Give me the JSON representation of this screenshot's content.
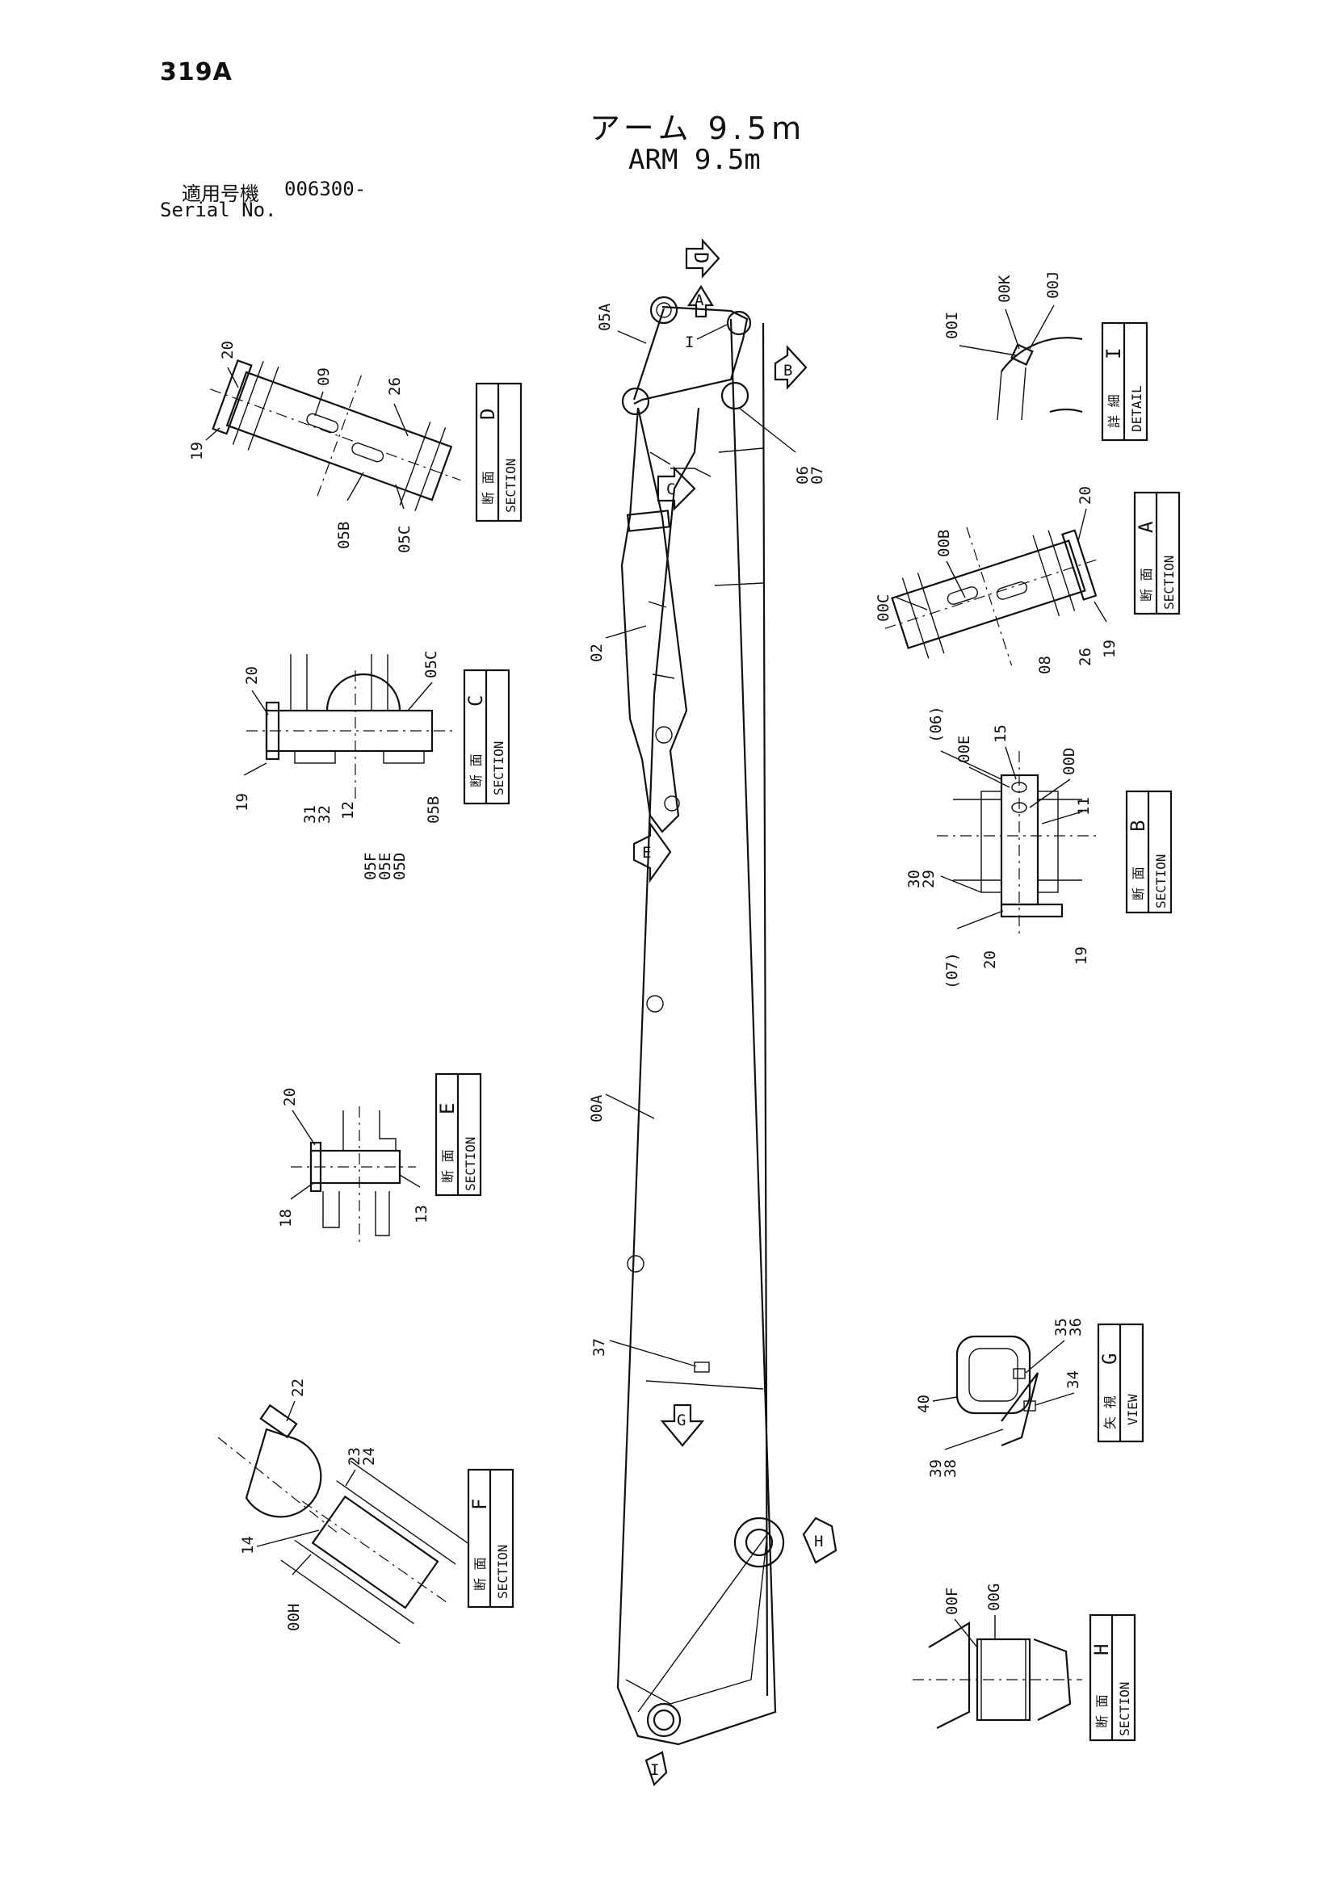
{
  "page_id": "319A",
  "title": {
    "ja": "アーム 9.5m",
    "en": "ARM 9.5m"
  },
  "serial": {
    "label_ja": "適用号機",
    "value": "006300-",
    "label_en": "Serial No."
  },
  "arrows": {
    "A": "A",
    "B": "B",
    "C": "C",
    "D": "D",
    "E": "E",
    "G": "G",
    "H": "H",
    "I": "I"
  },
  "main_labels": {
    "p05A": "05A",
    "p06": "06",
    "p07": "07",
    "p02": "02",
    "p00A": "00A",
    "p37": "37",
    "pI": "I"
  },
  "section_d": {
    "jp": "断 面",
    "en": "SECTION",
    "letter": "D",
    "labels": {
      "l20": "20",
      "l09": "09",
      "l26": "26",
      "l19": "19",
      "l05B": "05B",
      "l05C": "05C"
    }
  },
  "section_c": {
    "jp": "断 面",
    "en": "SECTION",
    "letter": "C",
    "labels": {
      "l20": "20",
      "l05C": "05C",
      "l19": "19",
      "l31": "31",
      "l32": "32",
      "l12": "12",
      "l05B": "05B",
      "l05F": "05F",
      "l05E": "05E",
      "l05D": "05D"
    }
  },
  "section_e": {
    "jp": "断 面",
    "en": "SECTION",
    "letter": "E",
    "labels": {
      "l20": "20",
      "l18": "18",
      "l13": "13"
    }
  },
  "section_f": {
    "jp": "断 面",
    "en": "SECTION",
    "letter": "F",
    "labels": {
      "l22": "22",
      "l23": "23",
      "l24": "24",
      "l14": "14",
      "l00H": "00H"
    }
  },
  "detail_i": {
    "jp": "詳 細",
    "en": "DETAIL",
    "letter": "I",
    "labels": {
      "l00I": "00I",
      "l00K": "00K",
      "l00J": "00J"
    }
  },
  "section_a": {
    "jp": "断 面",
    "en": "SECTION",
    "letter": "A",
    "labels": {
      "l00B": "00B",
      "l20": "20",
      "l00C": "00C",
      "l08": "08",
      "l26": "26",
      "l19": "19"
    }
  },
  "section_b": {
    "jp": "断 面",
    "en": "SECTION",
    "letter": "B",
    "labels": {
      "l06": "(06)",
      "l00E": "00E",
      "l15": "15",
      "l00D": "00D",
      "l11": "11",
      "l30": "30",
      "l29": "29",
      "l07": "(07)",
      "l20": "20",
      "l19": "19"
    }
  },
  "view_g": {
    "jp": "矢 視",
    "en": "VIEW",
    "letter": "G",
    "labels": {
      "l35": "35",
      "l36": "36",
      "l34": "34",
      "l40": "40",
      "l39": "39",
      "l38": "38"
    }
  },
  "section_h": {
    "jp": "断 面",
    "en": "SECTION",
    "letter": "H",
    "labels": {
      "l00F": "00F",
      "l00G": "00G"
    }
  }
}
